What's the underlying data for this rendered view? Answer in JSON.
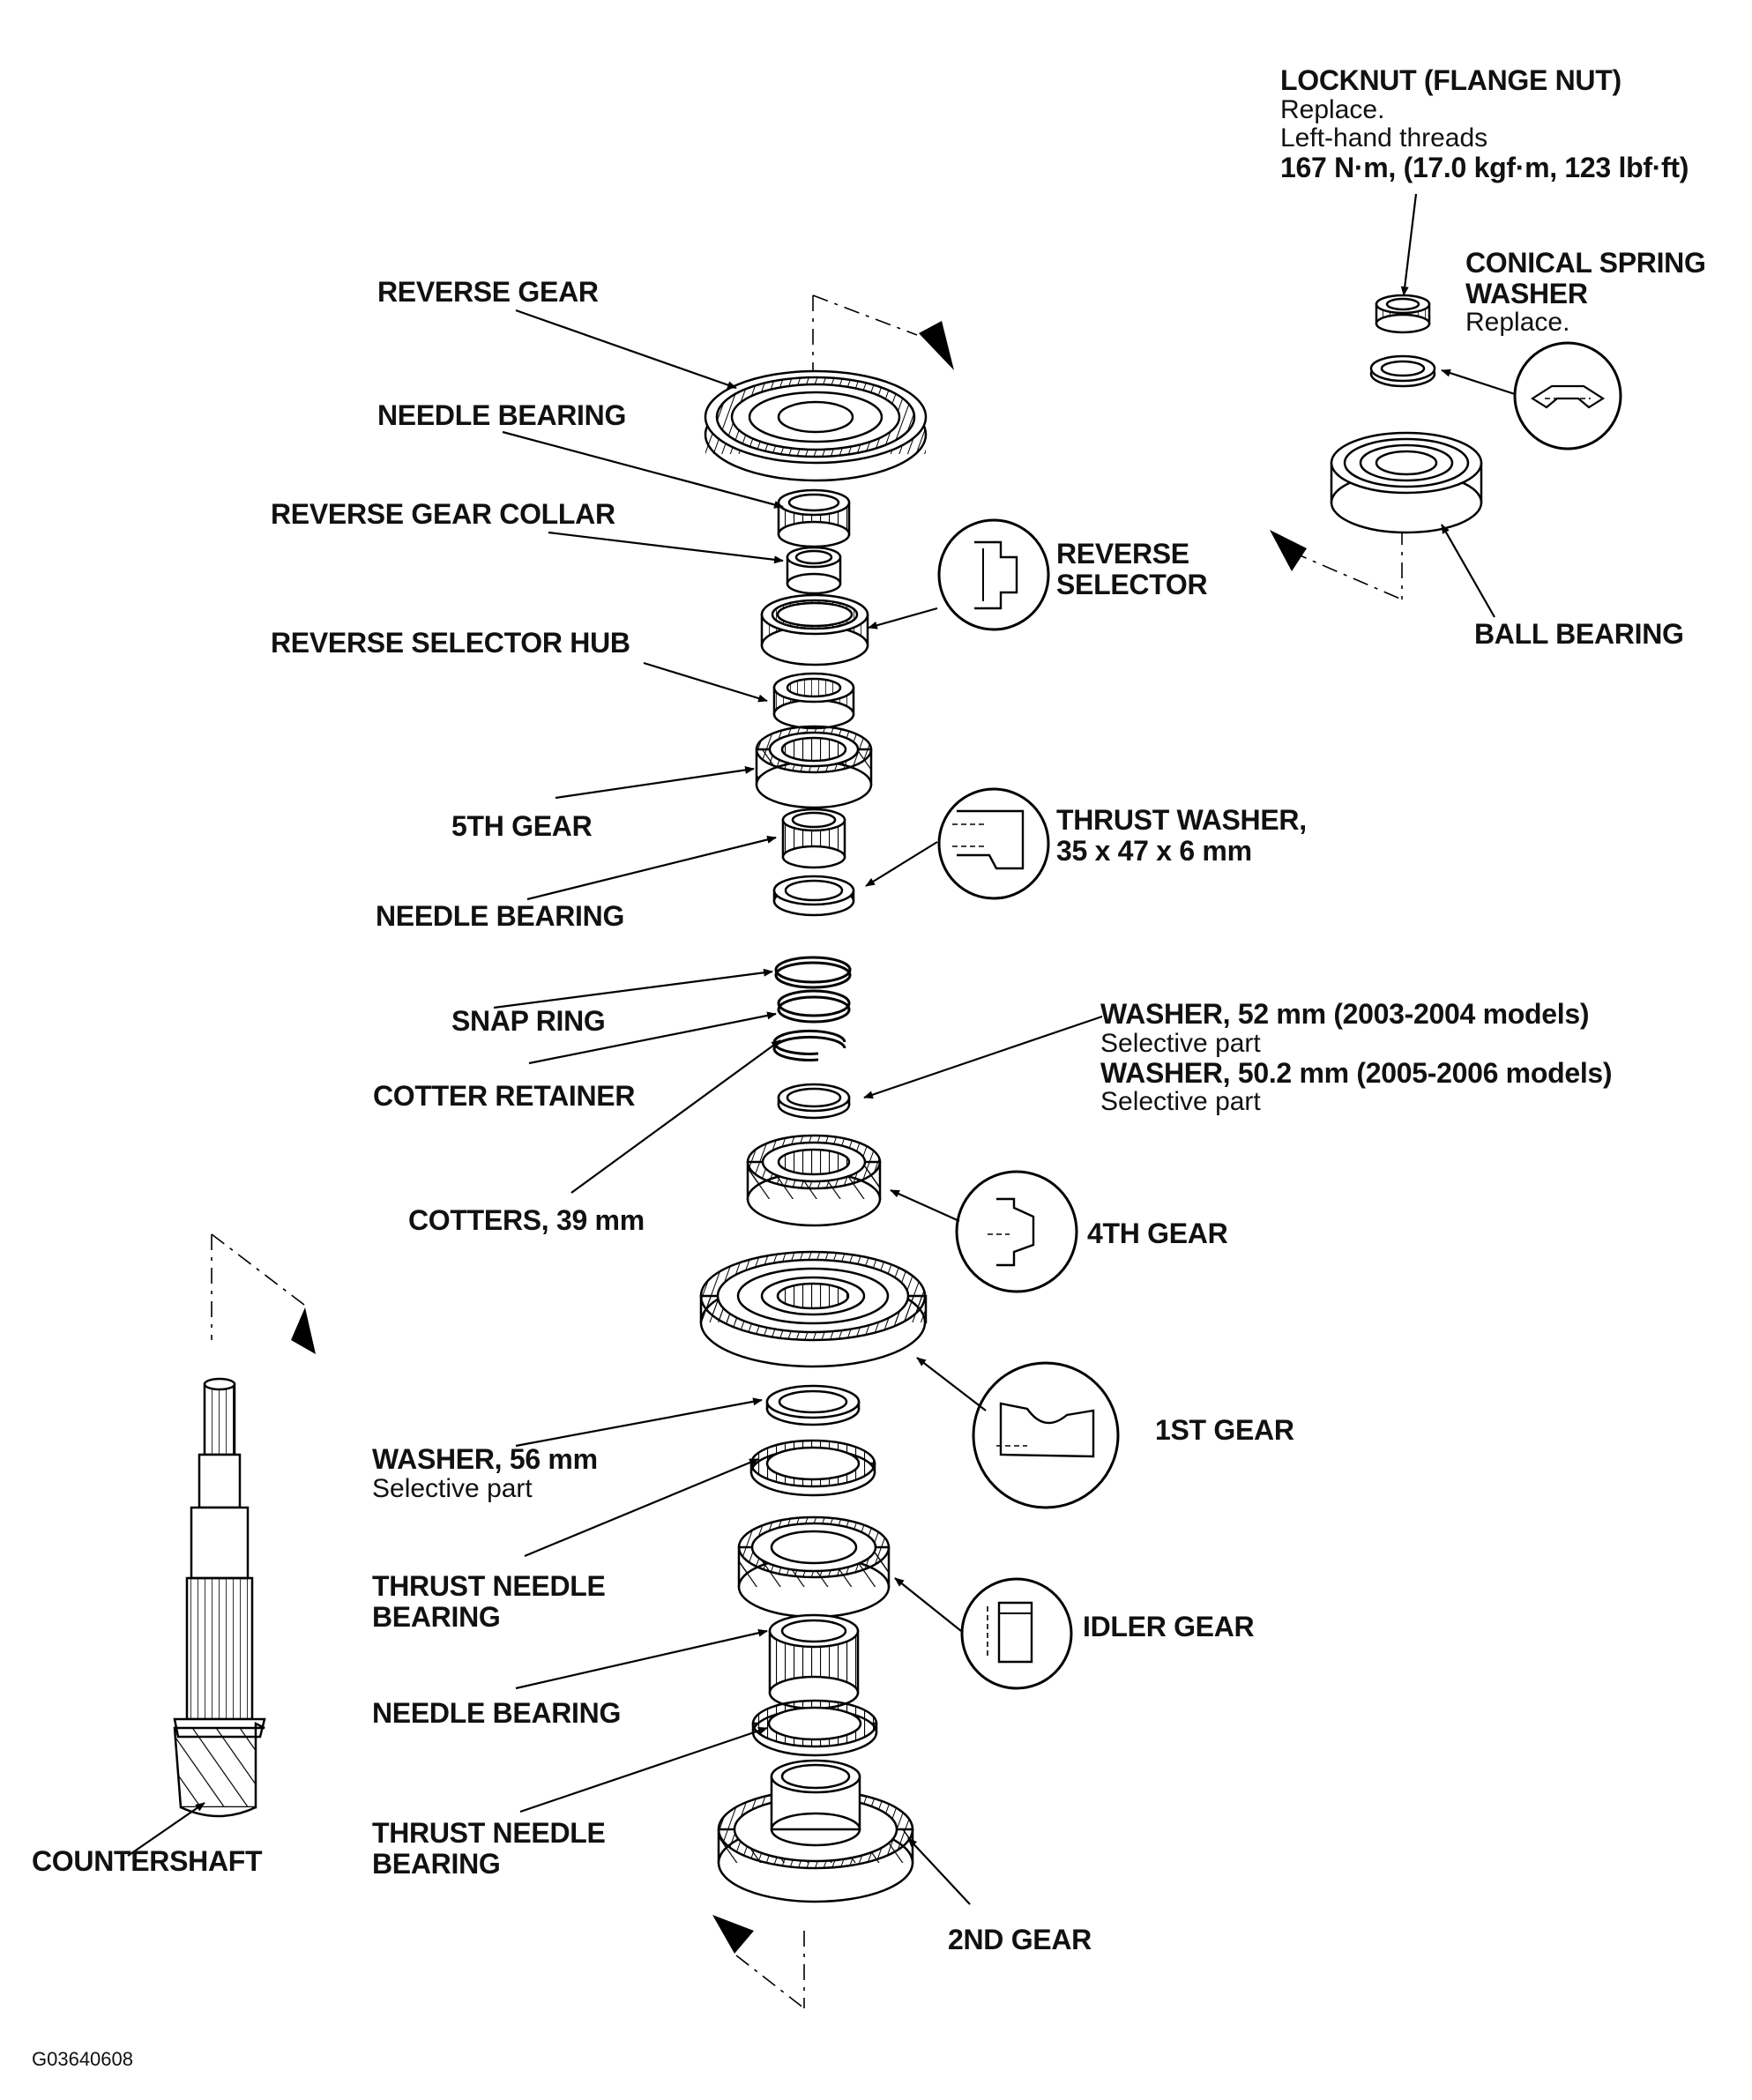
{
  "figure_code": "G03640608",
  "labels": {
    "locknut": {
      "name": "LOCKNUT (FLANGE NUT)",
      "note1": "Replace.",
      "note2": "Left-hand threads",
      "torque": "167 N·m, (17.0 kgf·m, 123 lbf·ft)"
    },
    "conical": {
      "name1": "CONICAL SPRING",
      "name2": "WASHER",
      "note": "Replace."
    },
    "ball_bearing": "BALL BEARING",
    "reverse_gear": "REVERSE GEAR",
    "needle_bearing_1": "NEEDLE BEARING",
    "reverse_gear_collar": "REVERSE GEAR COLLAR",
    "reverse_selector": {
      "line1": "REVERSE",
      "line2": "SELECTOR"
    },
    "reverse_selector_hub": "REVERSE SELECTOR HUB",
    "fifth_gear": "5TH GEAR",
    "thrust_washer": {
      "line1": "THRUST WASHER,",
      "line2": "35 x 47 x 6 mm"
    },
    "needle_bearing_2": "NEEDLE BEARING",
    "snap_ring": "SNAP RING",
    "cotter_retainer": "COTTER RETAINER",
    "washer_52": {
      "name1": "WASHER, 52 mm (2003-2004 models)",
      "note1": "Selective part",
      "name2": "WASHER, 50.2 mm (2005-2006 models)",
      "note2": "Selective part"
    },
    "cotters": "COTTERS, 39 mm",
    "fourth_gear": "4TH GEAR",
    "first_gear": "1ST GEAR",
    "washer_56": {
      "name": "WASHER, 56 mm",
      "note": "Selective part"
    },
    "thrust_needle_bearing_1": {
      "line1": "THRUST NEEDLE",
      "line2": "BEARING"
    },
    "idler_gear": "IDLER GEAR",
    "needle_bearing_3": "NEEDLE BEARING",
    "thrust_needle_bearing_2": {
      "line1": "THRUST NEEDLE",
      "line2": "BEARING"
    },
    "countershaft": "COUNTERSHAFT",
    "second_gear": "2ND GEAR"
  }
}
